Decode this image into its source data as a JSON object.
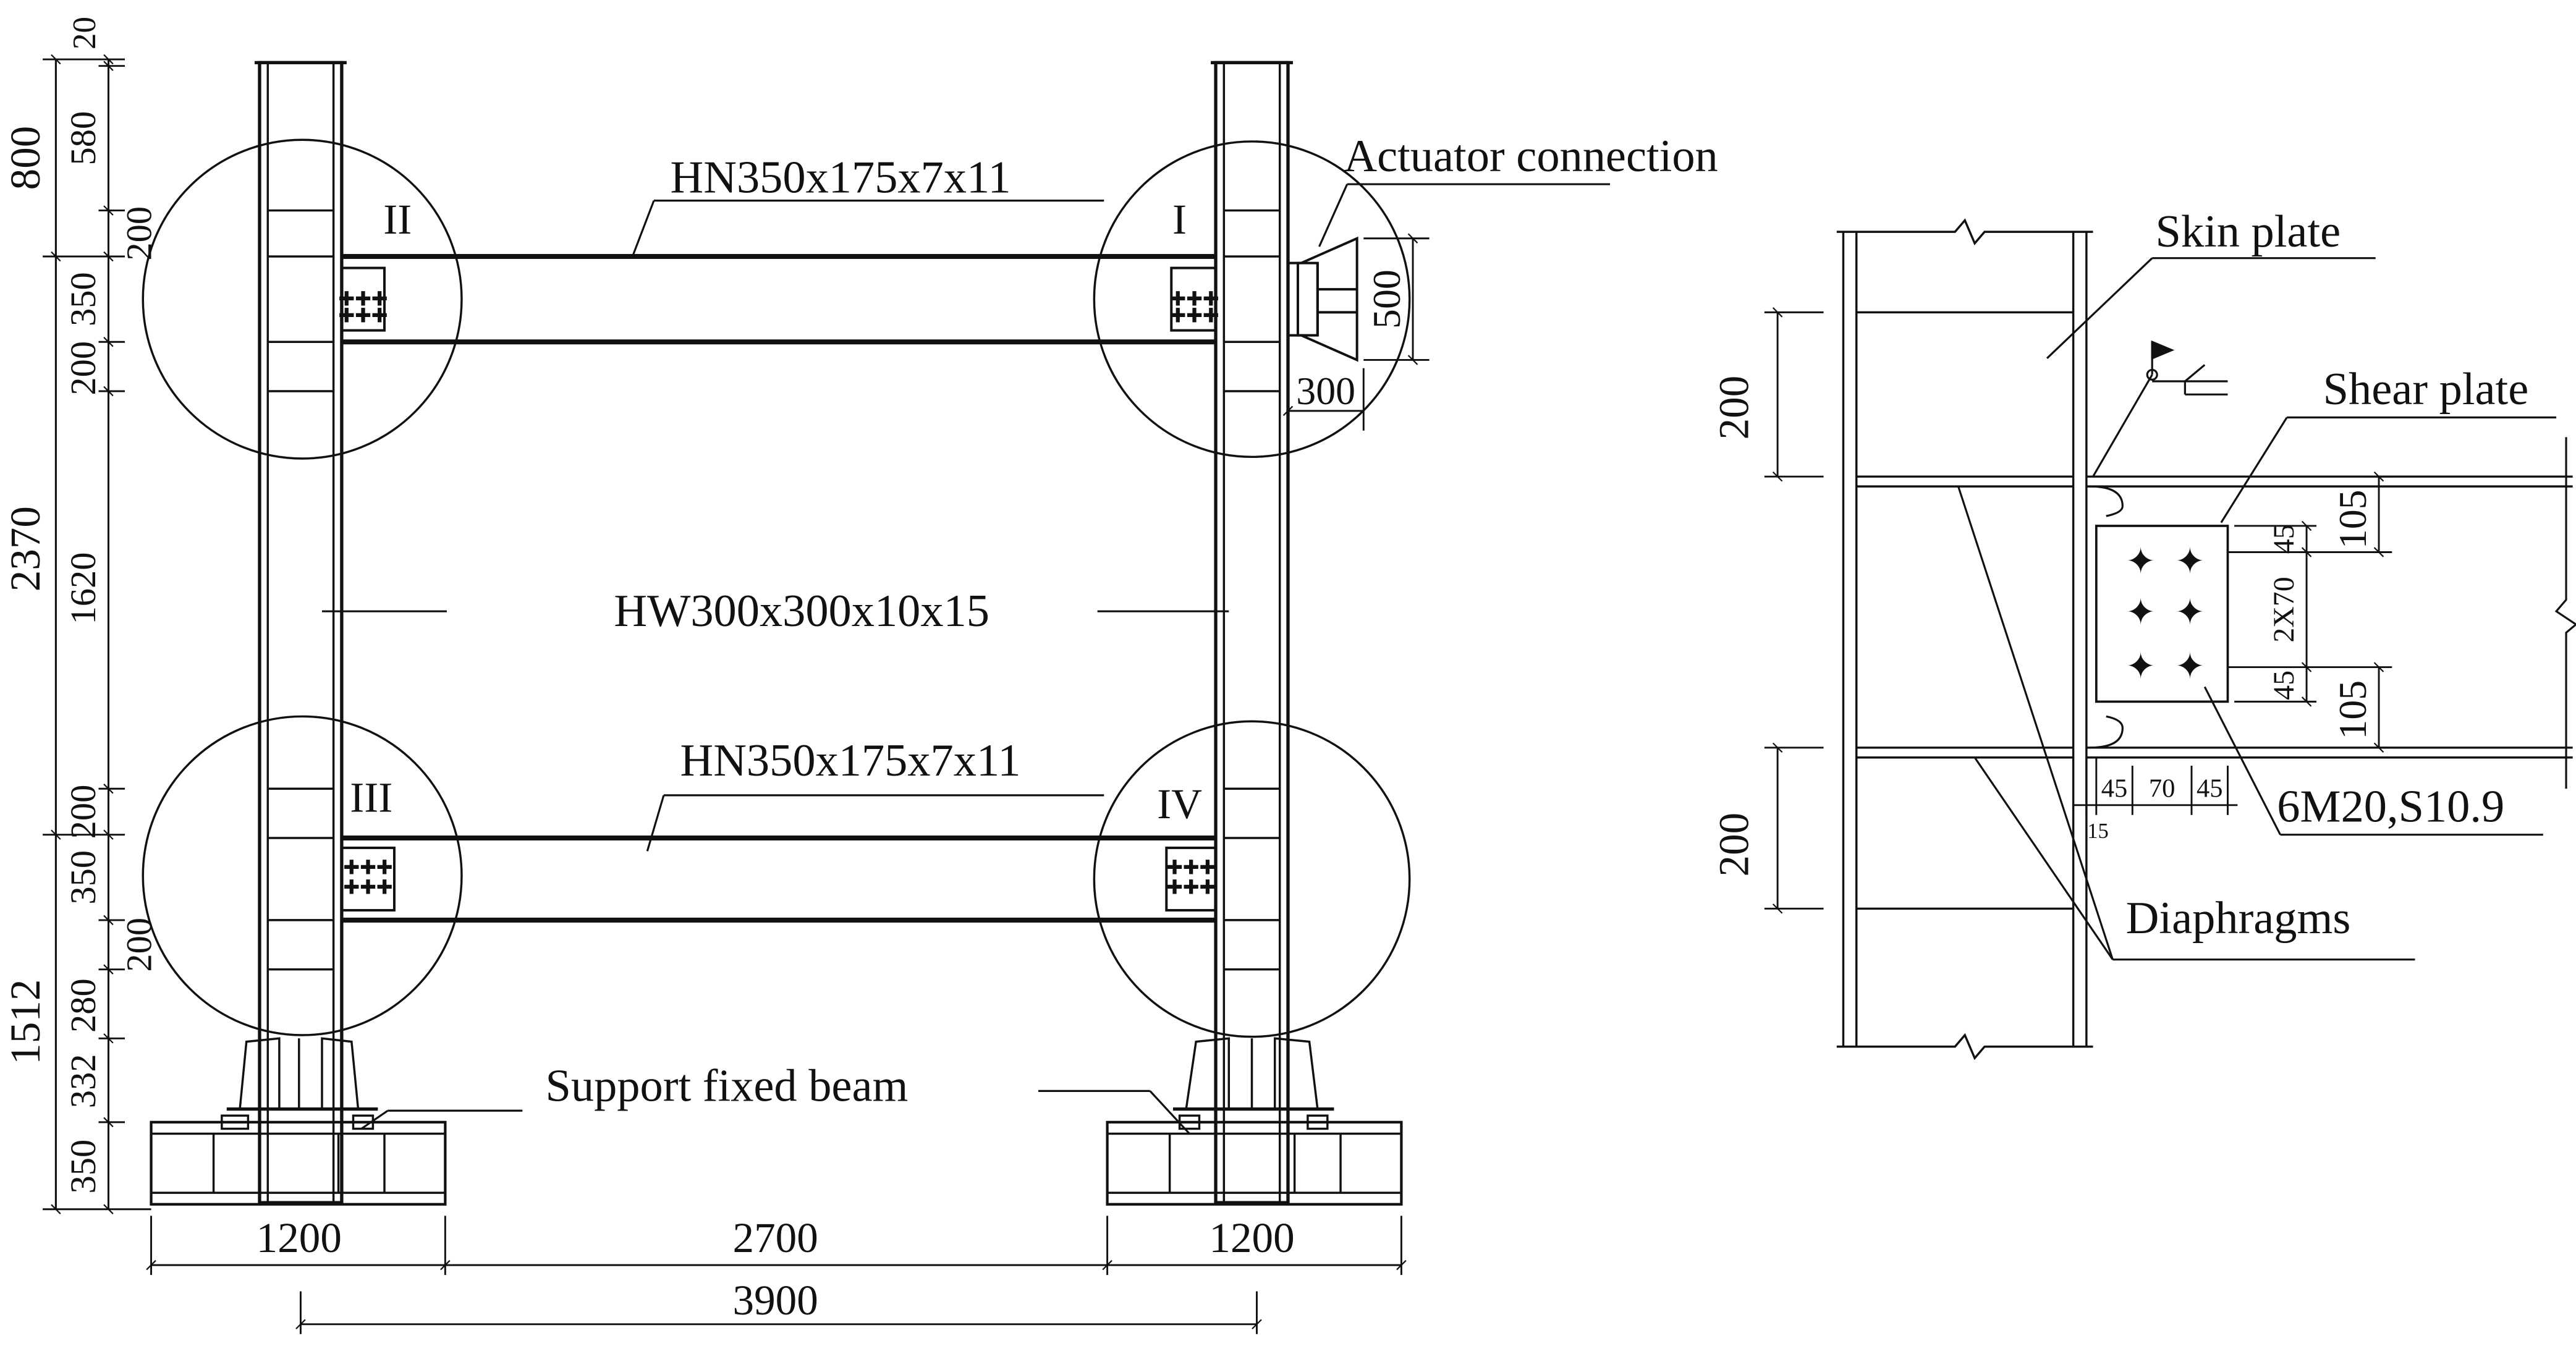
{
  "frame": {
    "beam_top_label": "HN350x175x7x11",
    "beam_bottom_label": "HN350x175x7x11",
    "column_label": "HW300x300x10x15",
    "actuator_label": "Actuator connection",
    "support_label": "Support fixed beam",
    "joints": [
      "I",
      "II",
      "III",
      "IV"
    ],
    "dims": {
      "left_outer": [
        "800",
        "2370",
        "1512"
      ],
      "left_inner": [
        "20",
        "580",
        "200",
        "350",
        "200",
        "1620",
        "200",
        "350",
        "200",
        "280",
        "332",
        "350"
      ],
      "bottom_row1": [
        "1200",
        "2700",
        "1200"
      ],
      "bottom_row2": "3900",
      "actuator_height": "500",
      "actuator_width": "300"
    }
  },
  "detail": {
    "skin_plate_label": "Skin plate",
    "shear_plate_label": "Shear plate",
    "bolts_label": "6M20,S10.9",
    "diaphragms_label": "Diaphragms",
    "dims": {
      "left_top": "200",
      "left_bottom": "200",
      "right_top": "105",
      "right_bottom": "105",
      "plate_top_edge": "45",
      "plate_pitch": "2X70",
      "plate_bottom_edge": "45",
      "bottom_row": [
        "45",
        "70",
        "45"
      ],
      "weld_gap": "15"
    }
  }
}
